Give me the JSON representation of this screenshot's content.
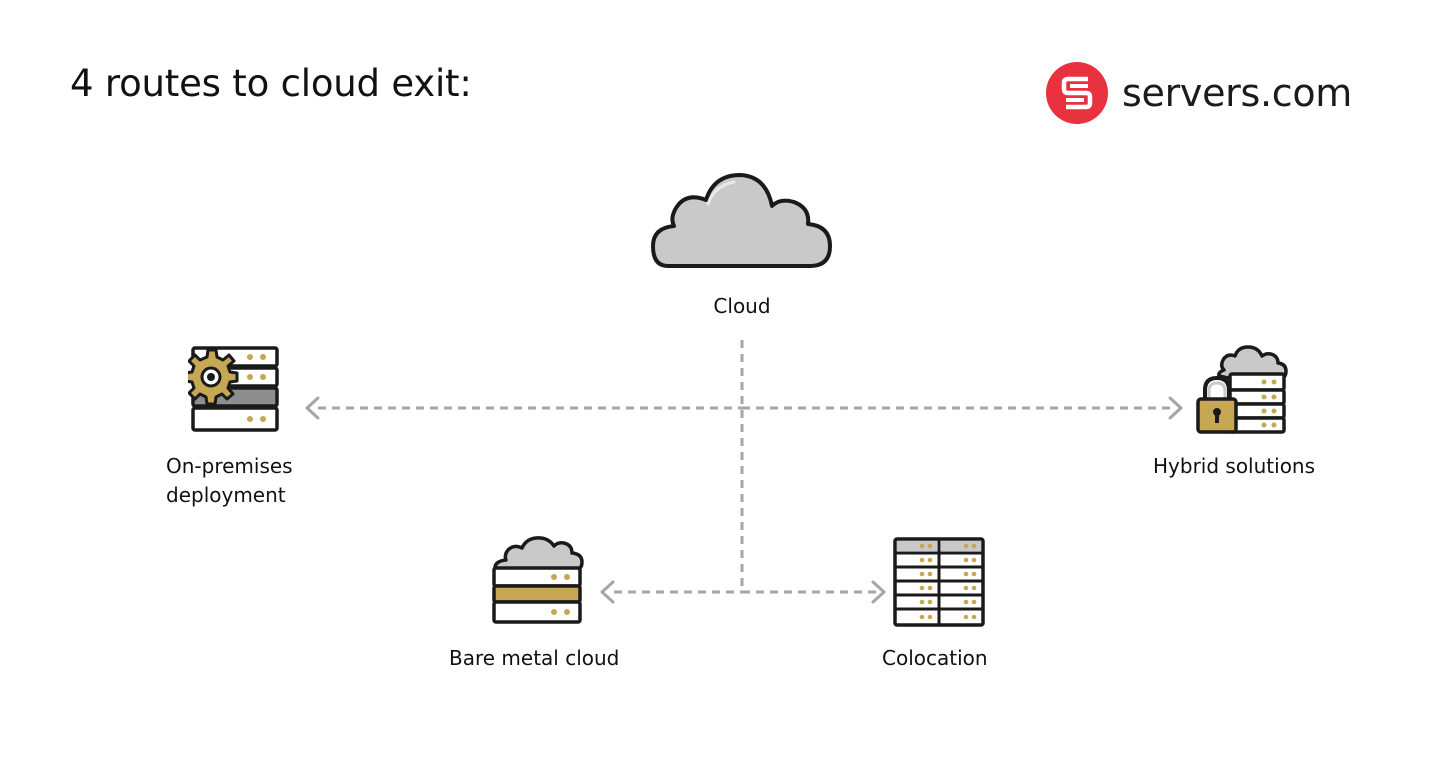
{
  "title": "4 routes to cloud exit:",
  "brand": {
    "name": "servers.com",
    "logo_icon": "servers-com-logo-icon",
    "logo_color": "#e8323f"
  },
  "diagram": {
    "center": {
      "label": "Cloud",
      "icon": "cloud-icon"
    },
    "routes": [
      {
        "label": "On-premises deployment",
        "icon": "server-with-gear-icon"
      },
      {
        "label": "Hybrid solutions",
        "icon": "server-lock-cloud-icon"
      },
      {
        "label": "Bare metal cloud",
        "icon": "server-cloud-icon"
      },
      {
        "label": "Colocation",
        "icon": "server-rack-icon"
      }
    ],
    "colors": {
      "connector": "#a6a6a6",
      "accent_gold": "#c6a753",
      "cloud_fill": "#c9c9c9",
      "outline": "#1a1a1a"
    }
  }
}
